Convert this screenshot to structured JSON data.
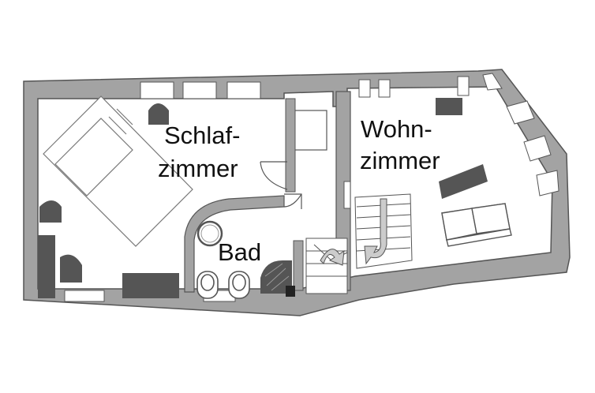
{
  "labels": {
    "bedroom_line1": "Schlaf-",
    "bedroom_line2": "zimmer",
    "living_line1": "Wohn-",
    "living_line2": "zimmer",
    "bathroom": "Bad"
  },
  "colors": {
    "wall": "#a3a3a3",
    "wall_outline": "#555555",
    "furniture_dark": "#555555",
    "furniture_light": "#ffffff",
    "background": "#ffffff"
  }
}
